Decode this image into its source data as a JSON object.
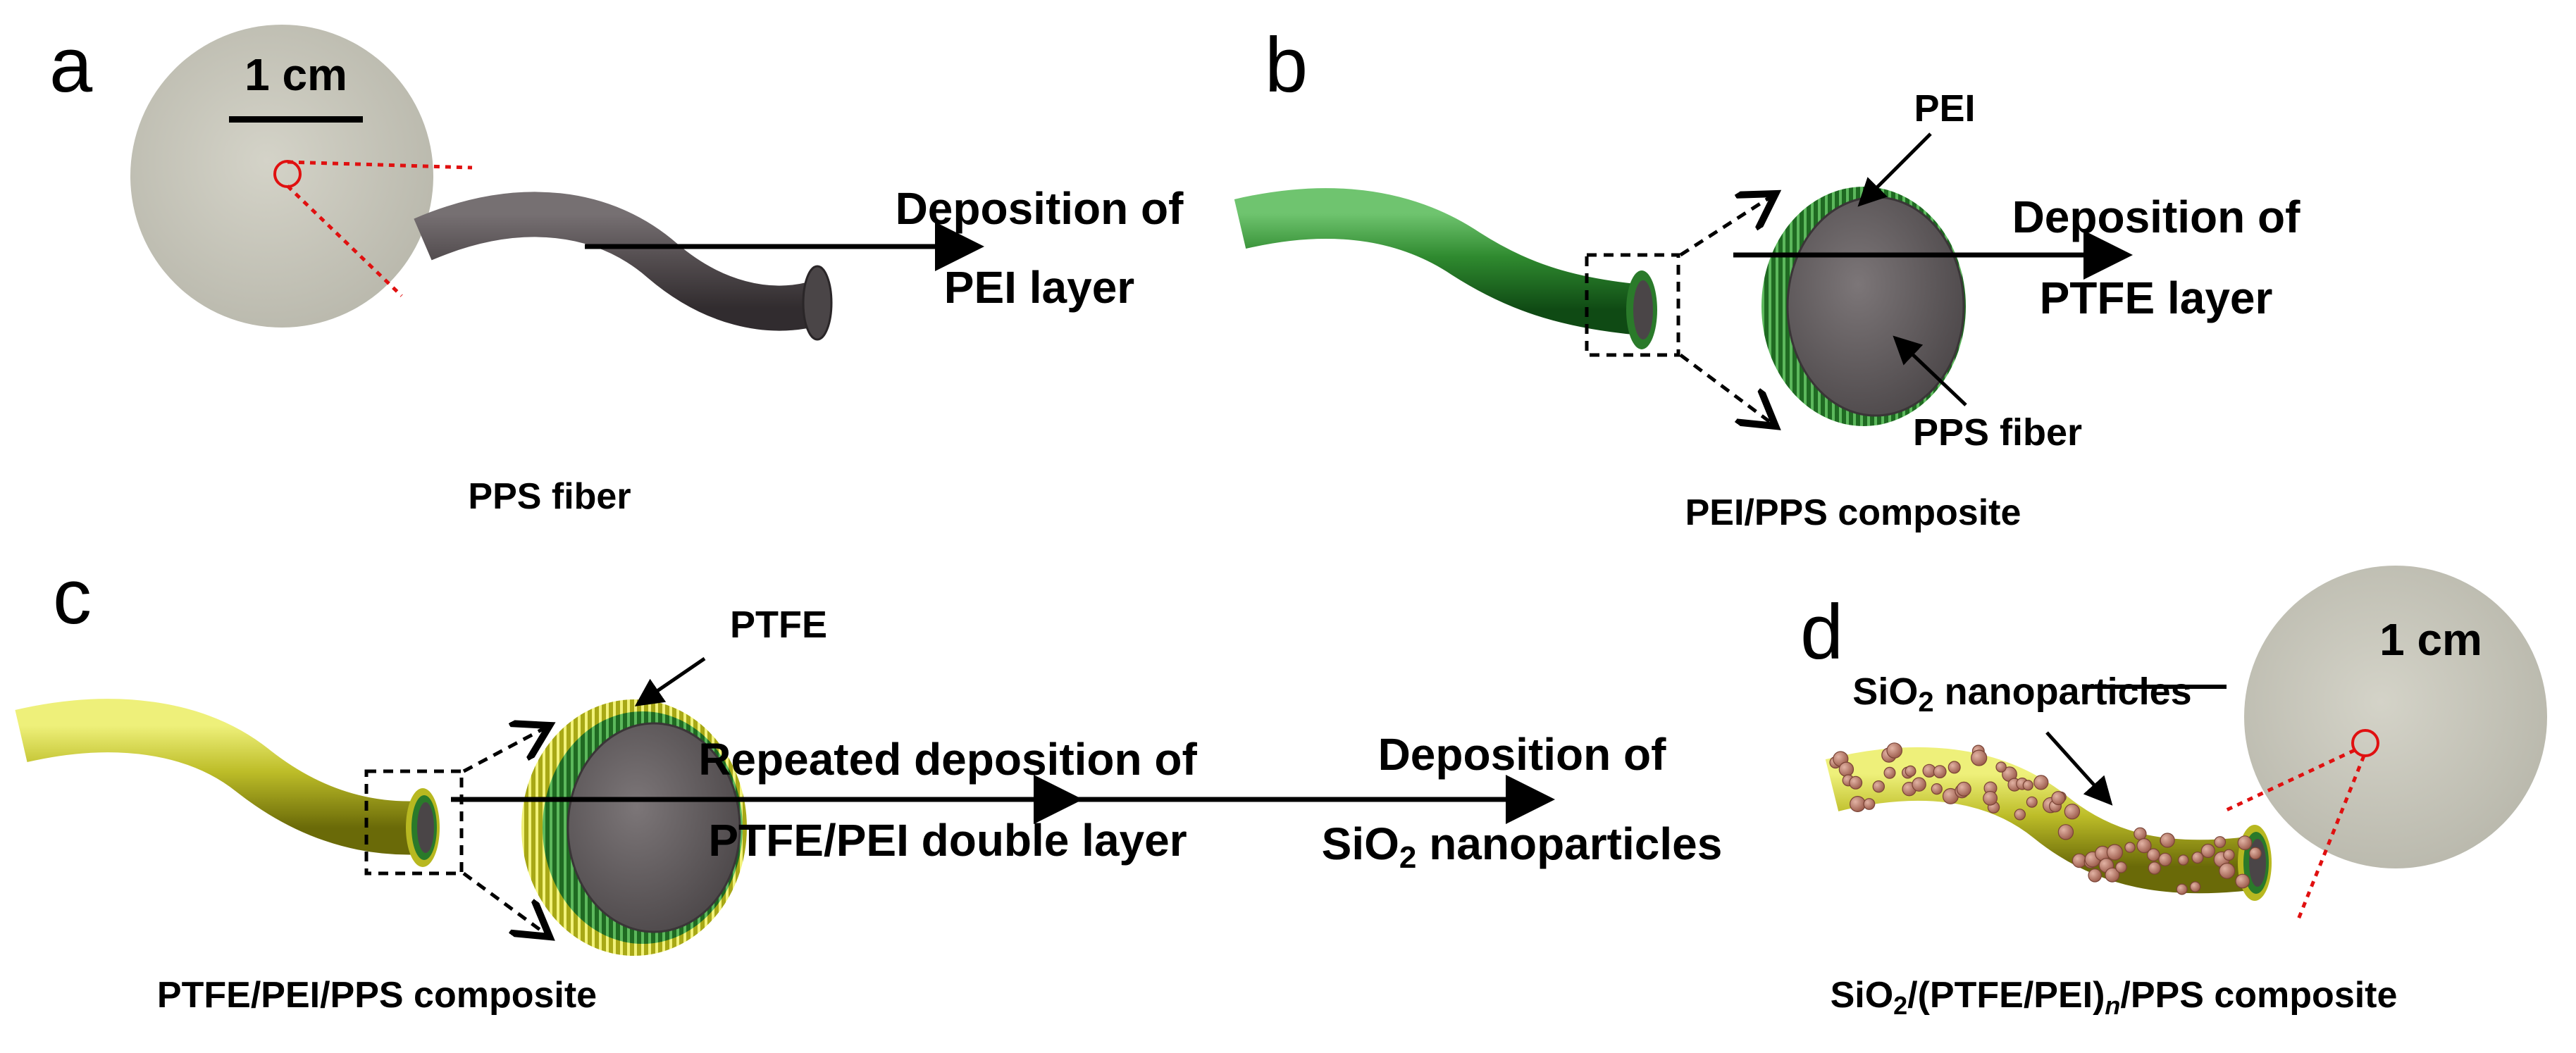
{
  "panels": {
    "a": {
      "letter": "a",
      "scale_label": "1 cm",
      "step_line1": "Deposition of",
      "step_line2": "PEI layer",
      "caption": "PPS fiber"
    },
    "b": {
      "letter": "b",
      "label_pei": "PEI",
      "label_pps": "PPS fiber",
      "step_line1": "Deposition of",
      "step_line2": "PTFE layer",
      "caption": "PEI/PPS composite"
    },
    "c": {
      "letter": "c",
      "label_ptfe": "PTFE",
      "step1_line1": "Repeated deposition of",
      "step1_line2": "PTFE/PEI double layer",
      "step2_line1": "Deposition of",
      "step2_line2_pre": "SiO",
      "step2_line2_sub": "2",
      "step2_line2_post": " nanoparticles",
      "caption": "PTFE/PEI/PPS composite"
    },
    "d": {
      "letter": "d",
      "scale_label": "1 cm",
      "label_sio2_pre": "SiO",
      "label_sio2_sub": "2",
      "label_sio2_post": " nanoparticles",
      "caption_pre": "SiO",
      "caption_sub": "2",
      "caption_mid": "/(PTFE/PEI)",
      "caption_n": "n",
      "caption_post": "/PPS composite"
    }
  },
  "colors": {
    "pps": "#5a5456",
    "pei": "#2e7d2e",
    "ptfe": "#c8c81e",
    "sio2": "#b07868",
    "fabric": "#c9c8bd",
    "zoom_marker": "#e01010"
  }
}
